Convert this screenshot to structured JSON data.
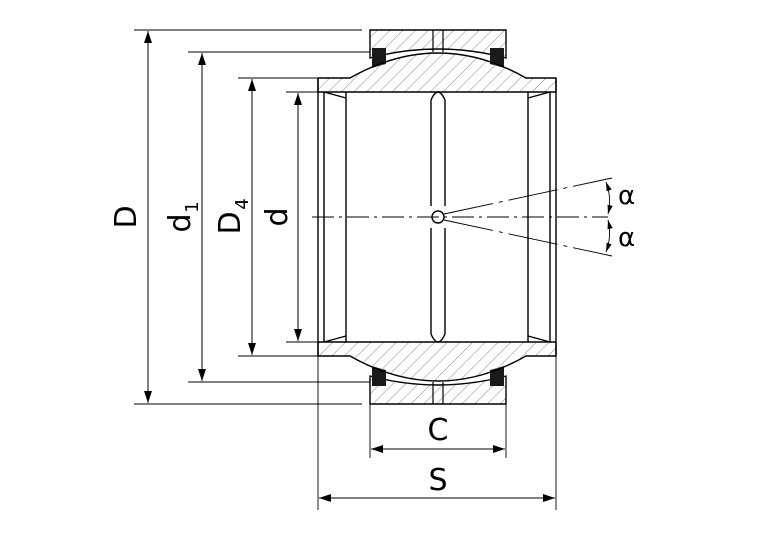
{
  "labels": {
    "D": "D",
    "d1_main": "d",
    "d1_sub": "1",
    "D4_main": "D",
    "D4_sub": "4",
    "d": "d",
    "alpha_upper": "α",
    "alpha_lower": "α",
    "C": "C",
    "S": "S"
  },
  "colors": {
    "line": "#000000",
    "hatch": "#7a7a7a",
    "seal": "#1a1a1a",
    "background": "#ffffff"
  }
}
